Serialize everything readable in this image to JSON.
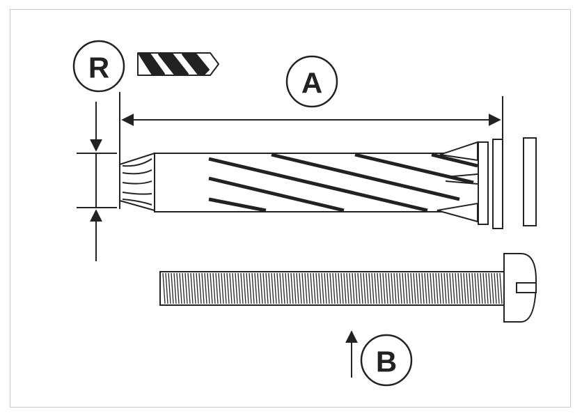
{
  "callouts": {
    "drill": "R",
    "length": "A",
    "screw": "B"
  },
  "colors": {
    "line": "#222222",
    "frame": "#c9c9c9",
    "background": "#ffffff"
  },
  "icons": [
    "drill-bit-icon",
    "hollow-wall-anchor",
    "machine-screw"
  ]
}
